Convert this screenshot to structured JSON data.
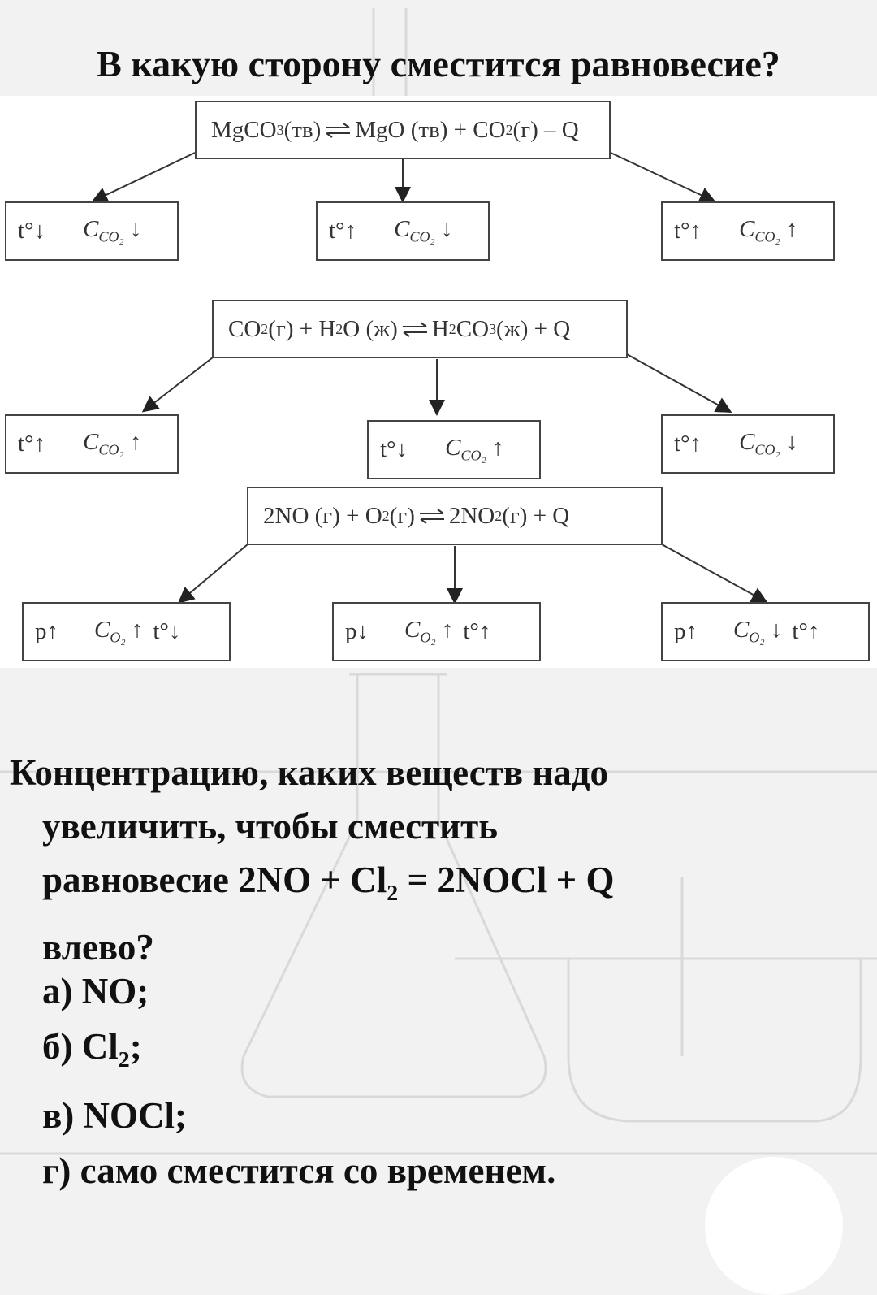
{
  "title": "В какую сторону сместится равновесие?",
  "reactions": [
    {
      "left": [
        "MgCO",
        "3",
        " (тв)"
      ],
      "right": [
        "MgO (тв) + CO",
        "2",
        " (г) – Q"
      ],
      "options": [
        {
          "a": "t°↓",
          "c_sym": "C",
          "c_sub": "CO₂",
          "c_dir": "↓",
          "extra": ""
        },
        {
          "a": "t°↑",
          "c_sym": "C",
          "c_sub": "CO₂",
          "c_dir": "↓",
          "extra": ""
        },
        {
          "a": "t°↑",
          "c_sym": "C",
          "c_sub": "CO₂",
          "c_dir": "↑",
          "extra": ""
        }
      ]
    },
    {
      "left": [
        "CO",
        "2",
        " (г) + H",
        "2",
        "O (ж)"
      ],
      "right": [
        "H",
        "2",
        "CO",
        "3",
        " (ж) + Q"
      ],
      "options": [
        {
          "a": "t°↑",
          "c_sym": "C",
          "c_sub": "CO₂",
          "c_dir": "↑",
          "extra": ""
        },
        {
          "a": "t°↓",
          "c_sym": "C",
          "c_sub": "CO₂",
          "c_dir": "↑",
          "extra": ""
        },
        {
          "a": "t°↑",
          "c_sym": "C",
          "c_sub": "CO₂",
          "c_dir": "↓",
          "extra": ""
        }
      ]
    },
    {
      "left": [
        "2NO (г) + O",
        "2",
        " (г)"
      ],
      "right": [
        "2NO",
        "2",
        " (г) + Q"
      ],
      "options": [
        {
          "a": "p↑",
          "c_sym": "C",
          "c_sub": "O₂",
          "c_dir": "↑",
          "extra": "t°↓"
        },
        {
          "a": "p↓",
          "c_sym": "C",
          "c_sub": "O₂",
          "c_dir": "↑",
          "extra": "t°↑"
        },
        {
          "a": "p↑",
          "c_sym": "C",
          "c_sub": "O₂",
          "c_dir": "↓",
          "extra": "t°↑"
        }
      ]
    }
  ],
  "question": {
    "line1": "Концентрацию, каких веществ надо",
    "line2": "увеличить, чтобы сместить",
    "line3_pre": "равновесие 2NO + Cl",
    "line3_sub": "2",
    "line3_post": " = 2NOCl + Q",
    "line4": "влево?"
  },
  "answers": {
    "a": "а) NO;",
    "b_pre": "б) Cl",
    "b_sub": "2",
    "b_post": ";",
    "c": "в) NOCl;",
    "d": "г) само сместится со временем."
  }
}
